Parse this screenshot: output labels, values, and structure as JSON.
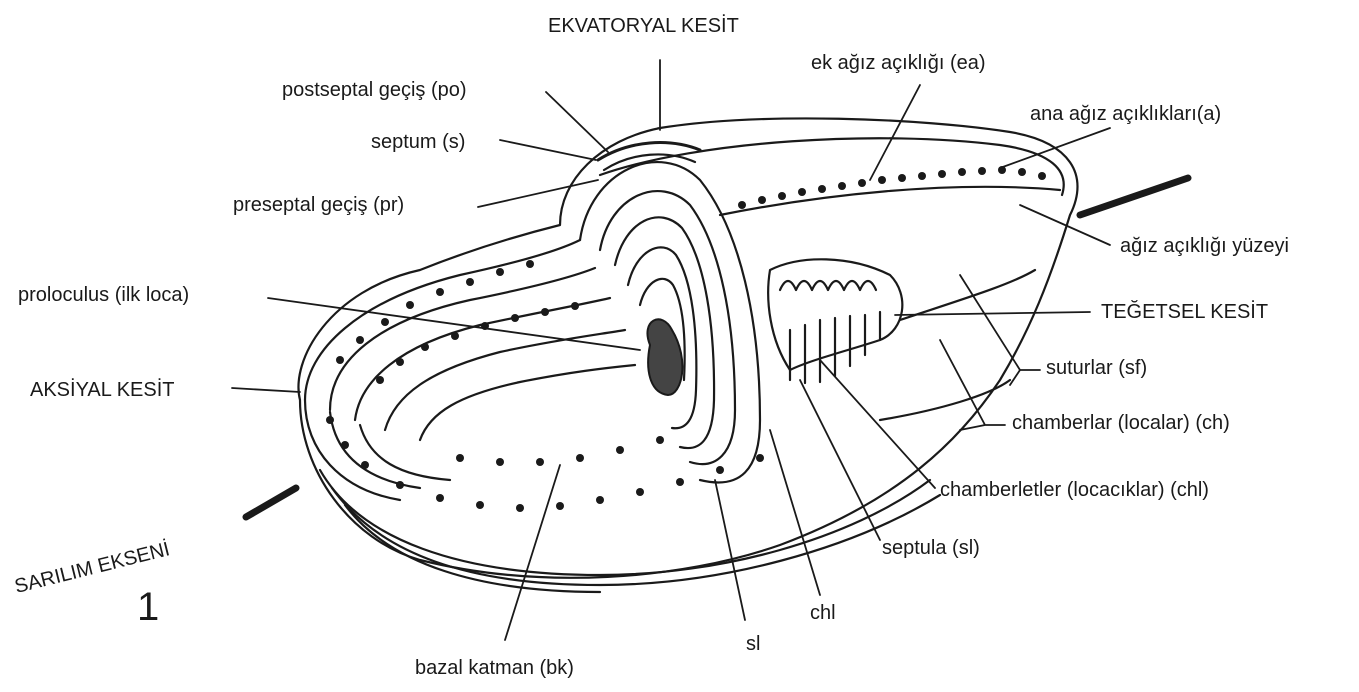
{
  "diagram": {
    "figure_number": "1",
    "colors": {
      "ink": "#1a1a1a",
      "paper": "#ffffff",
      "shade": "#eeeeee"
    },
    "labels": {
      "ekvatoryal_kesit": "EKVATORYAL KESİT",
      "ek_agiz": "ek ağız açıklığı (ea)",
      "postseptal": "postseptal geçiş (po)",
      "ana_agiz": "ana ağız açıklıkları(a)",
      "septum": "septum (s)",
      "preseptal": "preseptal geçiş (pr)",
      "agiz_yuzeyi": "ağız açıklığı yüzeyi",
      "proloculus": "proloculus (ilk loca)",
      "tegetsel_kesit": "TEĞETSEL KESİT",
      "suturlar": "suturlar (sf)",
      "aksiyal_kesit": "AKSİYAL KESİT",
      "chamberlar": "chamberlar (localar) (ch)",
      "chamberletler": "chamberletler (locacıklar) (chl)",
      "sarilim_ekseni": "SARILIM EKSENİ",
      "septula": "septula (sl)",
      "chl": "chl",
      "sl": "sl",
      "bazal_katman": "bazal katman (bk)"
    }
  }
}
